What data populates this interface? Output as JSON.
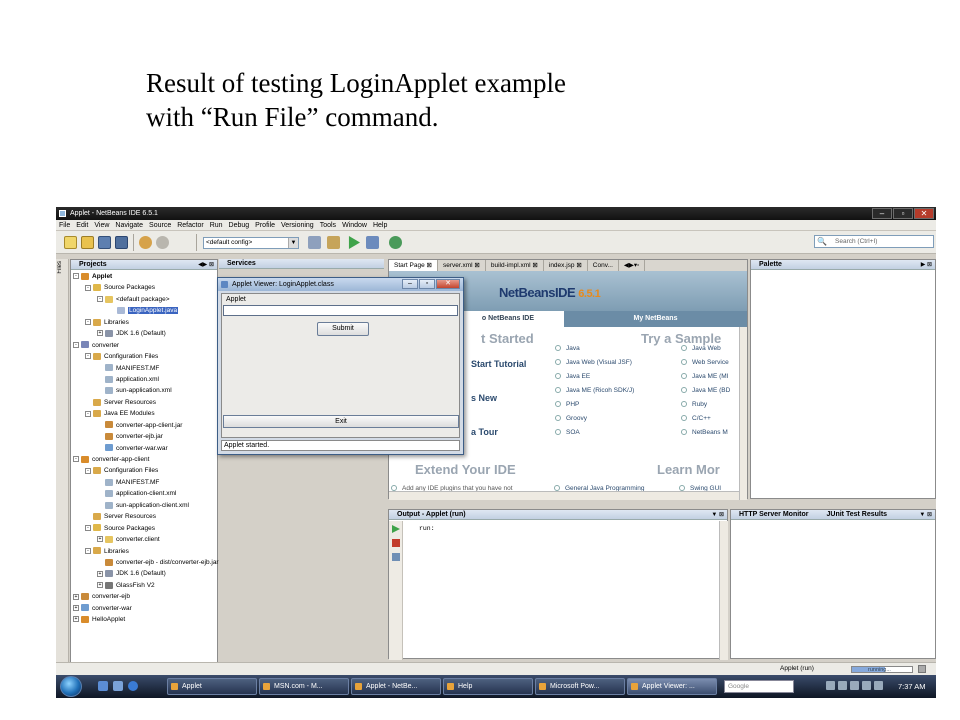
{
  "caption": {
    "line1": "Result of testing LoginApplet example",
    "line2": "with “Run File” command."
  },
  "ide": {
    "title": "Applet - NetBeans IDE 6.5.1",
    "menu": [
      "File",
      "Edit",
      "View",
      "Navigate",
      "Source",
      "Refactor",
      "Run",
      "Debug",
      "Profile",
      "Versioning",
      "Tools",
      "Window",
      "Help"
    ],
    "config": "<default config>",
    "search_placeholder": "Search (Ctrl+I)",
    "side_tab": "Files",
    "window_buttons": {
      "min": "–",
      "max": "▫",
      "close": "✕"
    }
  },
  "projects": {
    "title": "Projects",
    "tree": [
      {
        "label": "Applet",
        "lvl": 0,
        "ex": "-",
        "ic": "#d98c2b",
        "bold": true
      },
      {
        "label": "Source Packages",
        "lvl": 1,
        "ex": "-",
        "ic": "#e0b84a"
      },
      {
        "label": "<default package>",
        "lvl": 2,
        "ex": "-",
        "ic": "#e6c560"
      },
      {
        "label": "LoginApplet.java",
        "lvl": 3,
        "ex": "",
        "ic": "#a9b9d6",
        "sel": true
      },
      {
        "label": "Libraries",
        "lvl": 1,
        "ex": "-",
        "ic": "#d9a94a"
      },
      {
        "label": "JDK 1.6 (Default)",
        "lvl": 2,
        "ex": "+",
        "ic": "#8a94a8"
      },
      {
        "label": "converter",
        "lvl": 0,
        "ex": "-",
        "ic": "#7a86b8"
      },
      {
        "label": "Configuration Files",
        "lvl": 1,
        "ex": "-",
        "ic": "#d9a94a"
      },
      {
        "label": "MANIFEST.MF",
        "lvl": 2,
        "ex": "",
        "ic": "#9fb3c9"
      },
      {
        "label": "application.xml",
        "lvl": 2,
        "ex": "",
        "ic": "#9fb3c9"
      },
      {
        "label": "sun-application.xml",
        "lvl": 2,
        "ex": "",
        "ic": "#9fb3c9"
      },
      {
        "label": "Server Resources",
        "lvl": 1,
        "ex": "",
        "ic": "#d9a94a"
      },
      {
        "label": "Java EE Modules",
        "lvl": 1,
        "ex": "-",
        "ic": "#d9a94a"
      },
      {
        "label": "converter-app-client.jar",
        "lvl": 2,
        "ex": "",
        "ic": "#c98a3a"
      },
      {
        "label": "converter-ejb.jar",
        "lvl": 2,
        "ex": "",
        "ic": "#c98a3a"
      },
      {
        "label": "converter-war.war",
        "lvl": 2,
        "ex": "",
        "ic": "#6e9cd0"
      },
      {
        "label": "converter-app-client",
        "lvl": 0,
        "ex": "-",
        "ic": "#d98c2b"
      },
      {
        "label": "Configuration Files",
        "lvl": 1,
        "ex": "-",
        "ic": "#d9a94a"
      },
      {
        "label": "MANIFEST.MF",
        "lvl": 2,
        "ex": "",
        "ic": "#9fb3c9"
      },
      {
        "label": "application-client.xml",
        "lvl": 2,
        "ex": "",
        "ic": "#9fb3c9"
      },
      {
        "label": "sun-application-client.xml",
        "lvl": 2,
        "ex": "",
        "ic": "#9fb3c9"
      },
      {
        "label": "Server Resources",
        "lvl": 1,
        "ex": "",
        "ic": "#d9a94a"
      },
      {
        "label": "Source Packages",
        "lvl": 1,
        "ex": "-",
        "ic": "#e0b84a"
      },
      {
        "label": "converter.client",
        "lvl": 2,
        "ex": "+",
        "ic": "#e6c560"
      },
      {
        "label": "Libraries",
        "lvl": 1,
        "ex": "-",
        "ic": "#d9a94a"
      },
      {
        "label": "converter-ejb - dist/converter-ejb.jar",
        "lvl": 2,
        "ex": "",
        "ic": "#c98a3a"
      },
      {
        "label": "JDK 1.6 (Default)",
        "lvl": 2,
        "ex": "+",
        "ic": "#8a94a8"
      },
      {
        "label": "GlassFish V2",
        "lvl": 2,
        "ex": "+",
        "ic": "#777"
      },
      {
        "label": "converter-ejb",
        "lvl": 0,
        "ex": "+",
        "ic": "#c98a3a"
      },
      {
        "label": "converter-war",
        "lvl": 0,
        "ex": "+",
        "ic": "#6e9cd0"
      },
      {
        "label": "HelloApplet",
        "lvl": 0,
        "ex": "+",
        "ic": "#d98c2b"
      }
    ]
  },
  "services": {
    "title": "Services"
  },
  "editor": {
    "tabs": [
      "Start Page",
      "server.xml",
      "build-impl.xml",
      "index.jsp",
      "Conv..."
    ],
    "start_page": {
      "logo": "NetBeans",
      "logo_suffix": "IDE",
      "version": "6.5.1",
      "tab_left": "o NetBeans IDE",
      "tab_right": "My NetBeans",
      "heading_left": "t Started",
      "heading_right": "Try a Sample",
      "links_left": [
        "Start Tutorial",
        "s New",
        "a Tour"
      ],
      "samples_a": [
        "Java",
        "Java Web (Visual JSF)",
        "Java EE",
        "Java ME (Ricoh SDK/J)",
        "PHP",
        "Groovy",
        "SOA"
      ],
      "samples_b": [
        "Java Web",
        "Web Service",
        "Java ME (MI",
        "Java ME (BD",
        "Ruby",
        "C/C++",
        "NetBeans M"
      ],
      "extend": "Extend Your IDE",
      "learn": "Learn Mor",
      "bottom_text": "Add any IDE plugins that you have not",
      "bottom_link1": "General Java Programming",
      "bottom_link2": "Swing GUI"
    }
  },
  "palette": {
    "title": "Palette"
  },
  "output": {
    "title": "Output - Applet (run)",
    "text": "run:"
  },
  "http_monitor": {
    "title": "HTTP Server Monitor",
    "junit_title": "JUnit Test Results"
  },
  "statusbar": {
    "text": "Applet (run)",
    "progress_label": "running...",
    "progress": 0.55
  },
  "applet_window": {
    "title": "Applet Viewer: LoginApplet.class",
    "label": "Applet",
    "submit": "Submit",
    "exit": "Exit",
    "status": "Applet started."
  },
  "taskbar": {
    "items": [
      "Applet",
      "MSN.com - M...",
      "Applet - NetBe...",
      "Help",
      "Microsoft Pow...",
      "Applet Viewer: ..."
    ],
    "search": "Google",
    "clock": "7:37 AM"
  }
}
